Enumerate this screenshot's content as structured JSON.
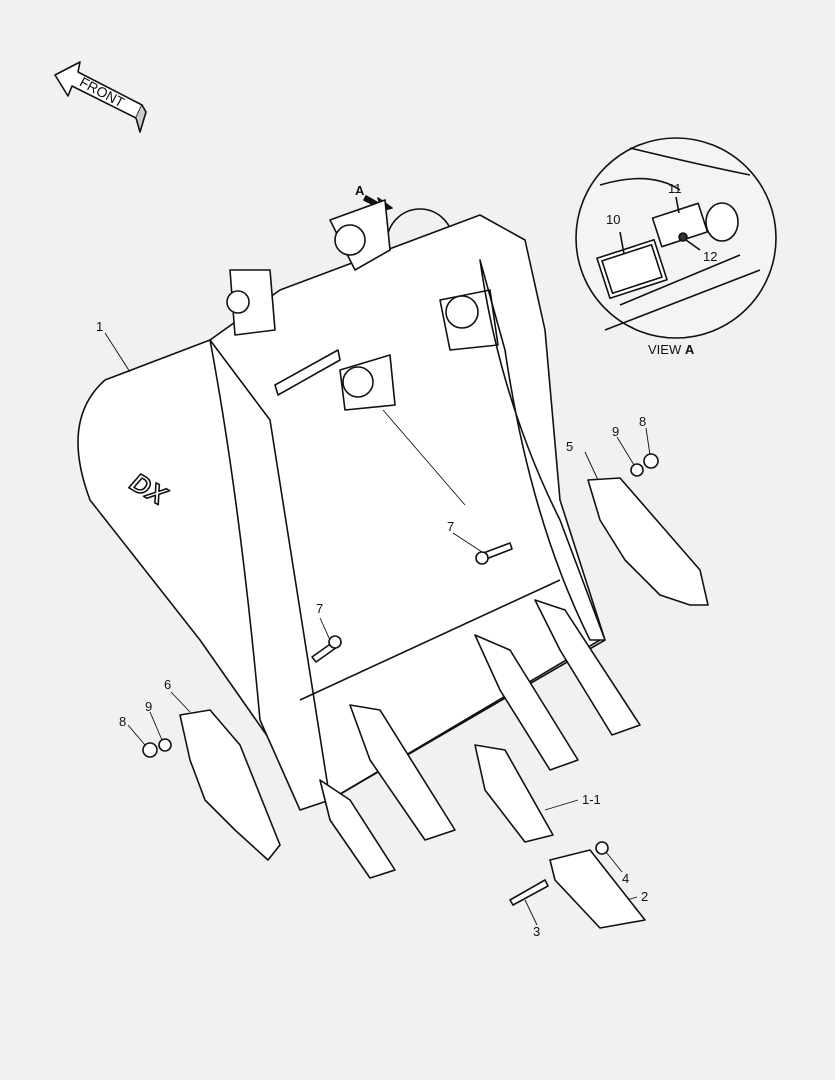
{
  "front_arrow": {
    "label": "FRONT"
  },
  "view_marker": {
    "label": "A"
  },
  "detail_view": {
    "title": "VIEW",
    "title_letter": "A",
    "callouts": [
      "10",
      "11",
      "12"
    ]
  },
  "callouts": {
    "bucket": "1",
    "tooth_adapter": "1-1",
    "tooth_point": "2",
    "pin": "3",
    "lock": "4",
    "side_cutter_right": "5",
    "side_cutter_left": "6",
    "bolt_right": "7",
    "bolt_left": "7",
    "nut_right": "8",
    "nut_left": "8",
    "washer_right": "9",
    "washer_left": "9"
  },
  "colors": {
    "background": "#f1f1f1",
    "line": "#111111"
  }
}
